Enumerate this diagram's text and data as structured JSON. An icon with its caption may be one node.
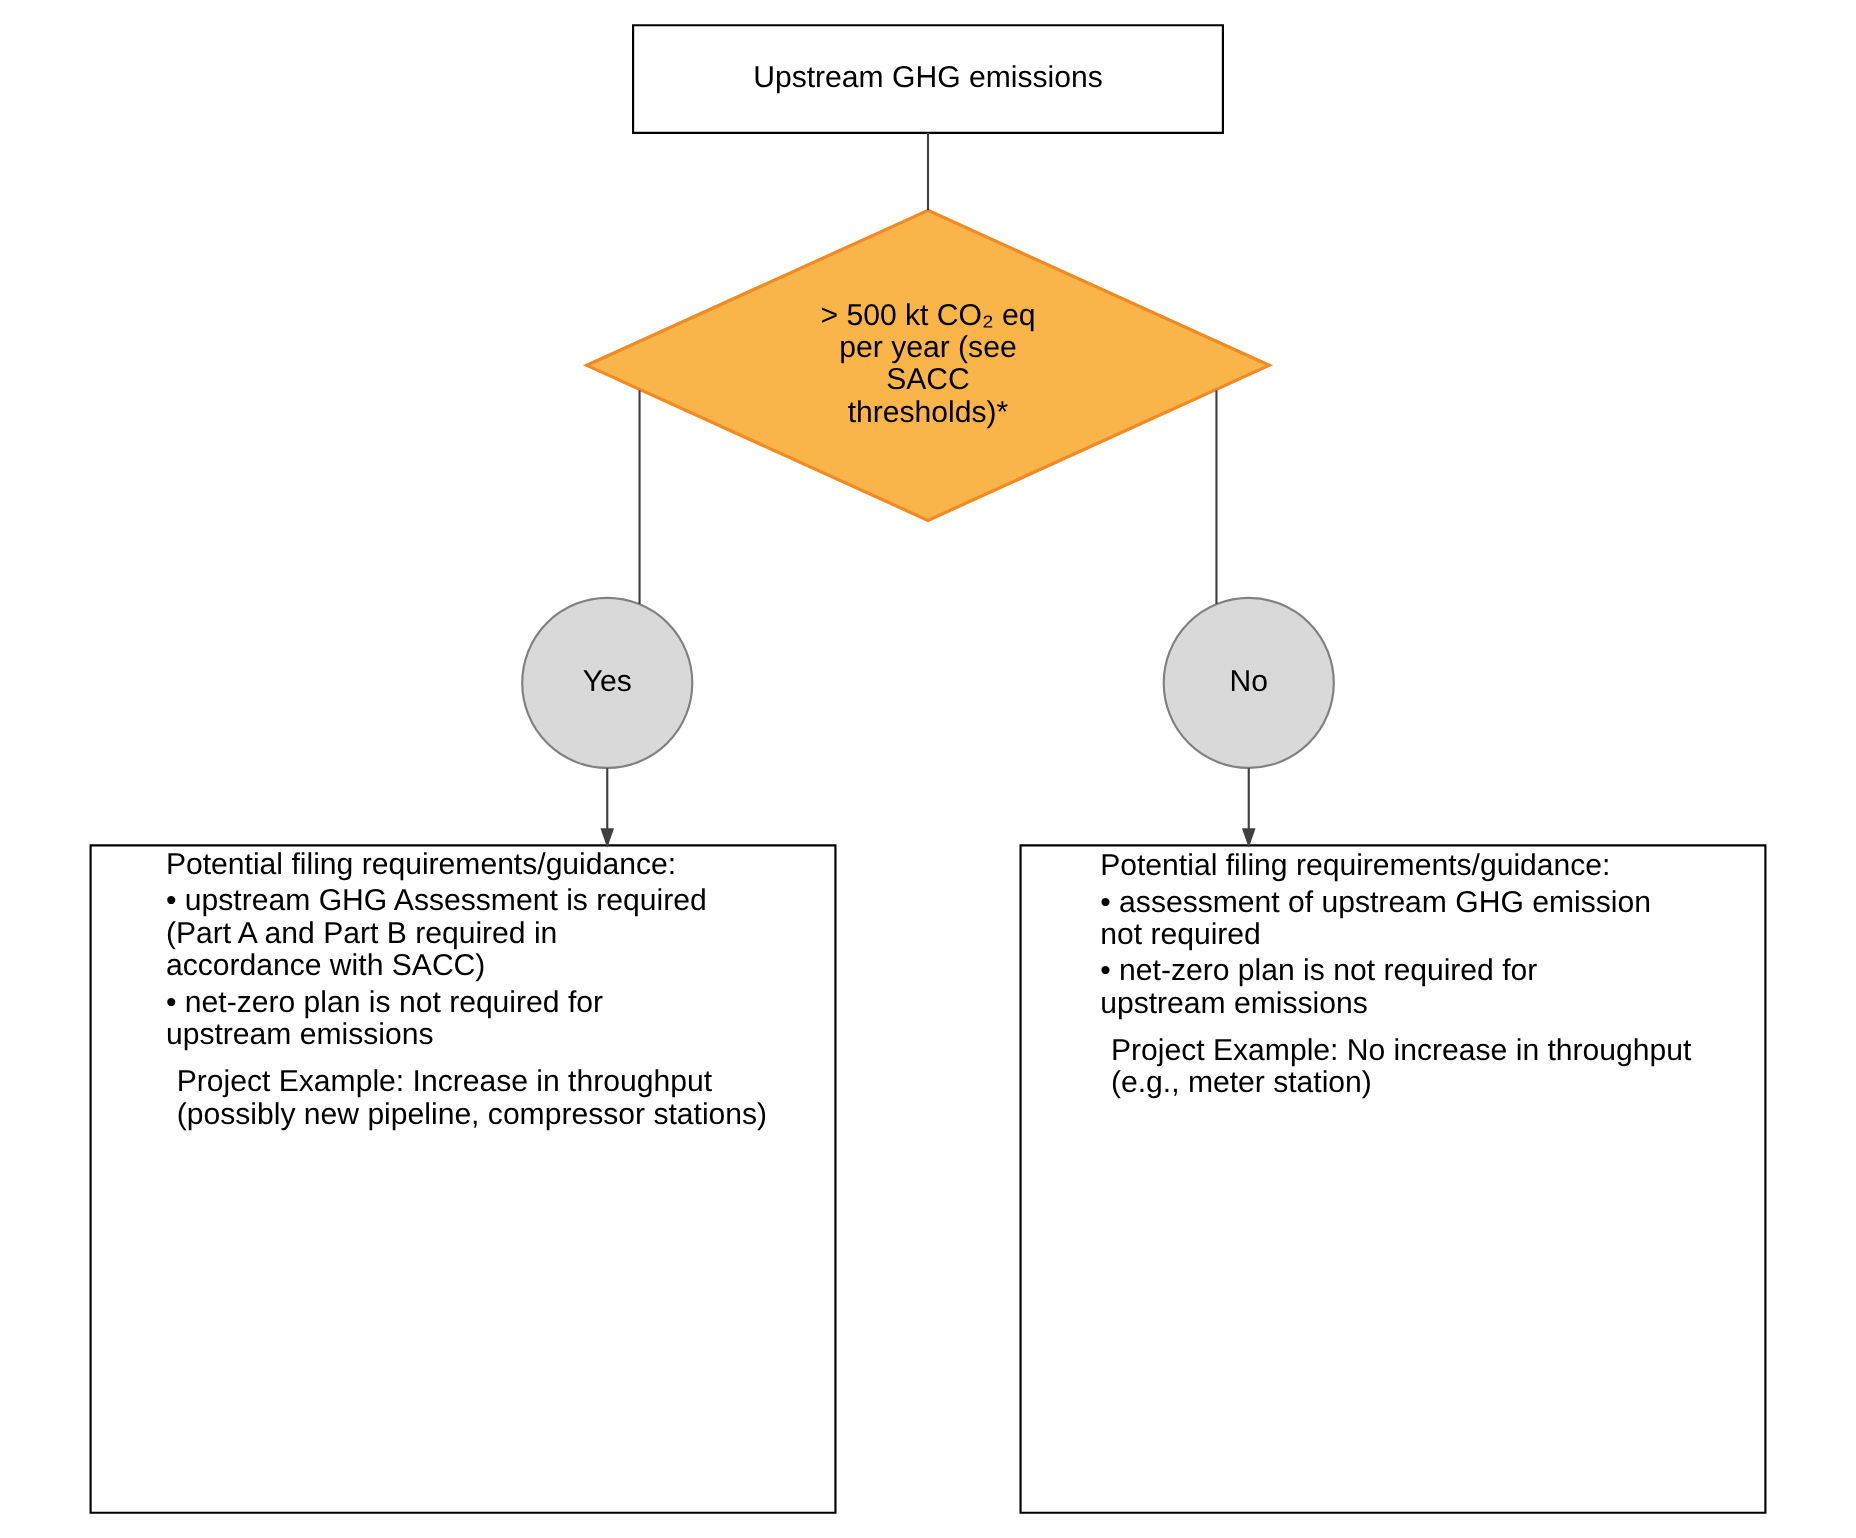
{
  "diagram": {
    "nodes": [
      {
        "text": [
          "Upstream GHG emissions"
        ]
      },
      {
        "text": [
          "> 500 kt CO₂ eq per year (see SACC thresholds)*"
        ]
      },
      {
        "text": [
          "Yes"
        ]
      },
      {
        "text": [
          "No"
        ]
      },
      {
        "text": [
          "Potential filing requirements/guidance:",
          "• upstream GHG Assessment is required (Part A and Part B required in accordance with SACC)",
          "• net-zero plan is not required for upstream emissions",
          "Project Example: Increase in throughput (possibly new pipeline, compressor stations)"
        ]
      },
      {
        "text": [
          "Potential filing requirements/guidance:",
          "• assessment of upstream GHG emission not required",
          "• net-zero plan is not required for upstream emissions",
          "Project Example: No increase in throughput (e.g., meter station)"
        ]
      }
    ],
    "edges": [
      {
        "from": 0,
        "to": 1,
        "arrow": "none"
      },
      {
        "from": 1,
        "to": 2,
        "arrow": "none"
      },
      {
        "from": 1,
        "to": 3,
        "arrow": "none"
      },
      {
        "from": 2,
        "to": 4,
        "arrow": "to"
      },
      {
        "from": 3,
        "to": 5,
        "arrow": "to"
      }
    ]
  }
}
